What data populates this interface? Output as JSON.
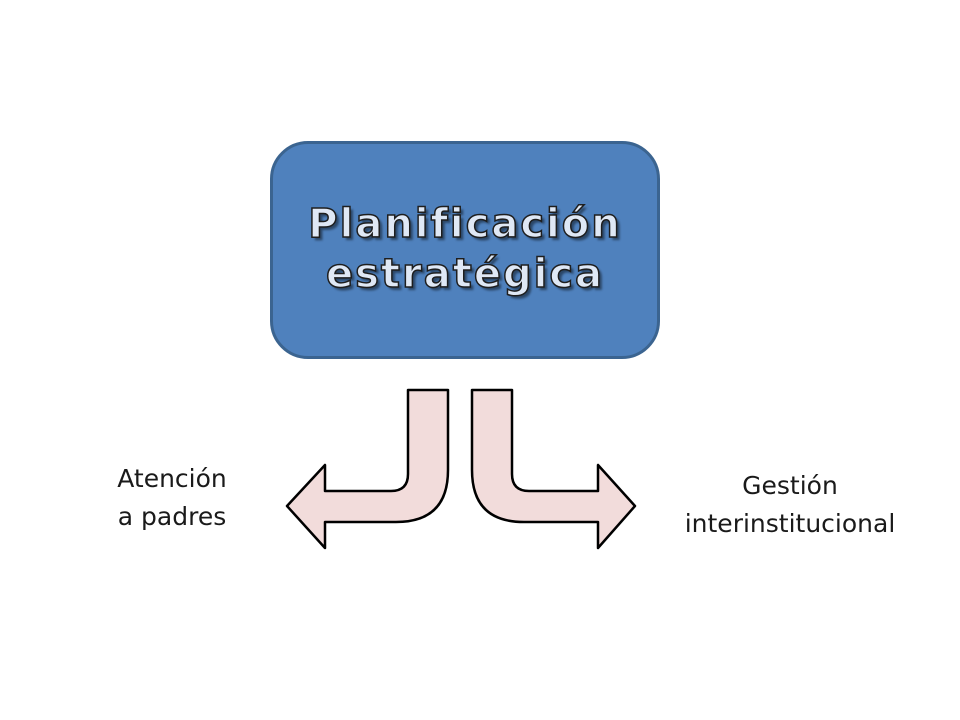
{
  "diagram": {
    "main_box": {
      "text": "Planificación\nestratégica",
      "fill_color": "#4f81bd",
      "border_color": "#3b6490"
    },
    "arrows": [
      {
        "name": "left",
        "direction": "down-then-left",
        "fill_color": "#f2dcdb",
        "stroke_color": "#000000"
      },
      {
        "name": "right",
        "direction": "down-then-right",
        "fill_color": "#f2dcdb",
        "stroke_color": "#000000"
      }
    ],
    "labels": {
      "left": "Atención\na padres",
      "right": "Gestión\ninterinstitucional"
    }
  }
}
